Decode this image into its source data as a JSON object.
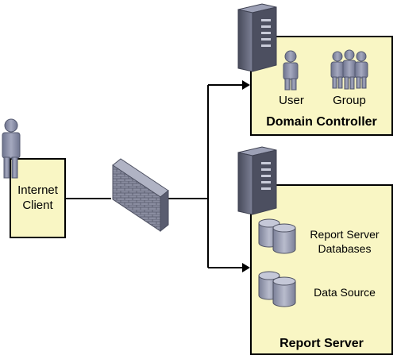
{
  "nodes": {
    "internet_client": {
      "label": "Internet\nClient"
    },
    "domain_controller": {
      "title": "Domain Controller",
      "user_label": "User",
      "group_label": "Group"
    },
    "report_server": {
      "title": "Report Server",
      "databases_label": "Report Server\nDatabases",
      "data_source_label": "Data Source"
    }
  },
  "colors": {
    "box_fill": "#f9f6c4",
    "person_fill": "#8a8fa8",
    "server_fill": "#5f6377",
    "db_fill": "#9a9eb4",
    "firewall_fill": "#7d8093",
    "line": "#000000"
  },
  "icons": [
    "person-icon",
    "group-icon",
    "server-icon",
    "database-icon",
    "firewall-icon"
  ]
}
